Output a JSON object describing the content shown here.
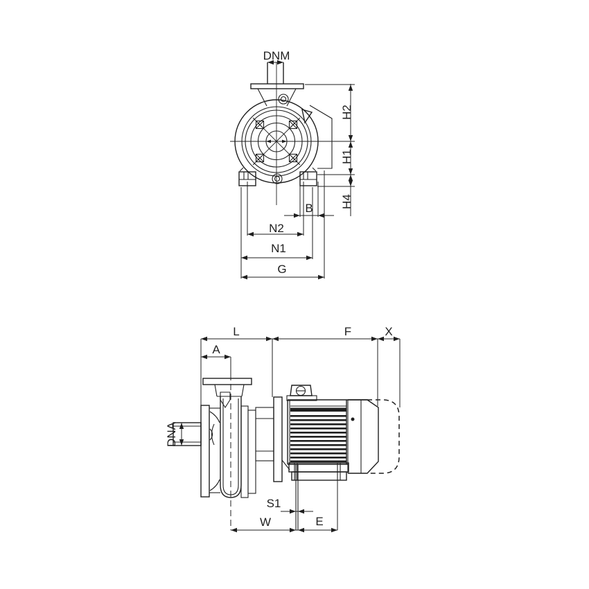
{
  "drawing": {
    "type": "pump-dimensional-drawing",
    "colors": {
      "line": "#1f1f1f",
      "background": "#ffffff"
    },
    "front_view": {
      "dnm": "DNM",
      "h2": "H2",
      "h1": "H1",
      "h4": "H4",
      "b": "B",
      "n2": "N2",
      "n1": "N1",
      "g": "G"
    },
    "side_view": {
      "l": "L",
      "f": "F",
      "x": "X",
      "a": "A",
      "dna": "DNA",
      "s1": "S1",
      "w": "W",
      "e": "E"
    }
  }
}
